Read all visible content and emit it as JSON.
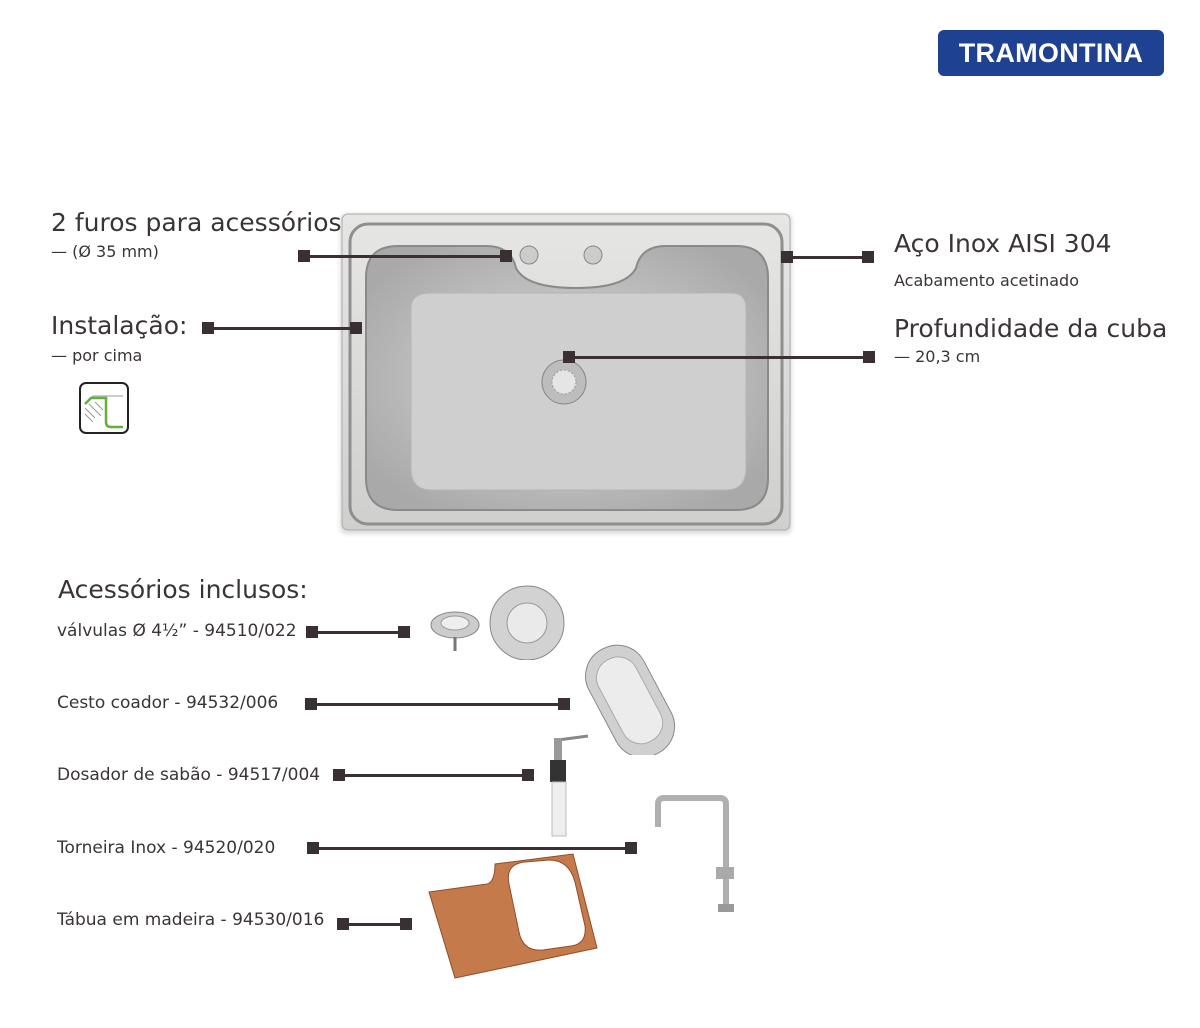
{
  "brand": {
    "logo_text": "TRAMONTINA",
    "color": "#1f4191"
  },
  "features": {
    "holes": {
      "title": "2 furos para acessórios",
      "detail": "— (Ø 35 mm)"
    },
    "installation": {
      "title": "Instalação:",
      "detail": "—  por cima",
      "icon": "top-mount-install-icon"
    },
    "material": {
      "title": "Aço Inox AISI 304",
      "detail": "Acabamento acetinado"
    },
    "depth": {
      "title": "Profundidade da cuba",
      "detail": "—  20,3 cm"
    }
  },
  "accessories": {
    "title": "Acessórios inclusos:",
    "items": [
      {
        "label": "válvulas Ø 4½” - 94510/022"
      },
      {
        "label": "Cesto coador - 94532/006"
      },
      {
        "label": "Dosador de sabão - 94517/004"
      },
      {
        "label": "Torneira Inox - 94520/020"
      },
      {
        "label": "Tábua em madeira - 94530/016"
      }
    ]
  },
  "colors": {
    "leader": "#3a2f33",
    "steel": "#c9c9c9",
    "wood": "#c57a4c"
  }
}
